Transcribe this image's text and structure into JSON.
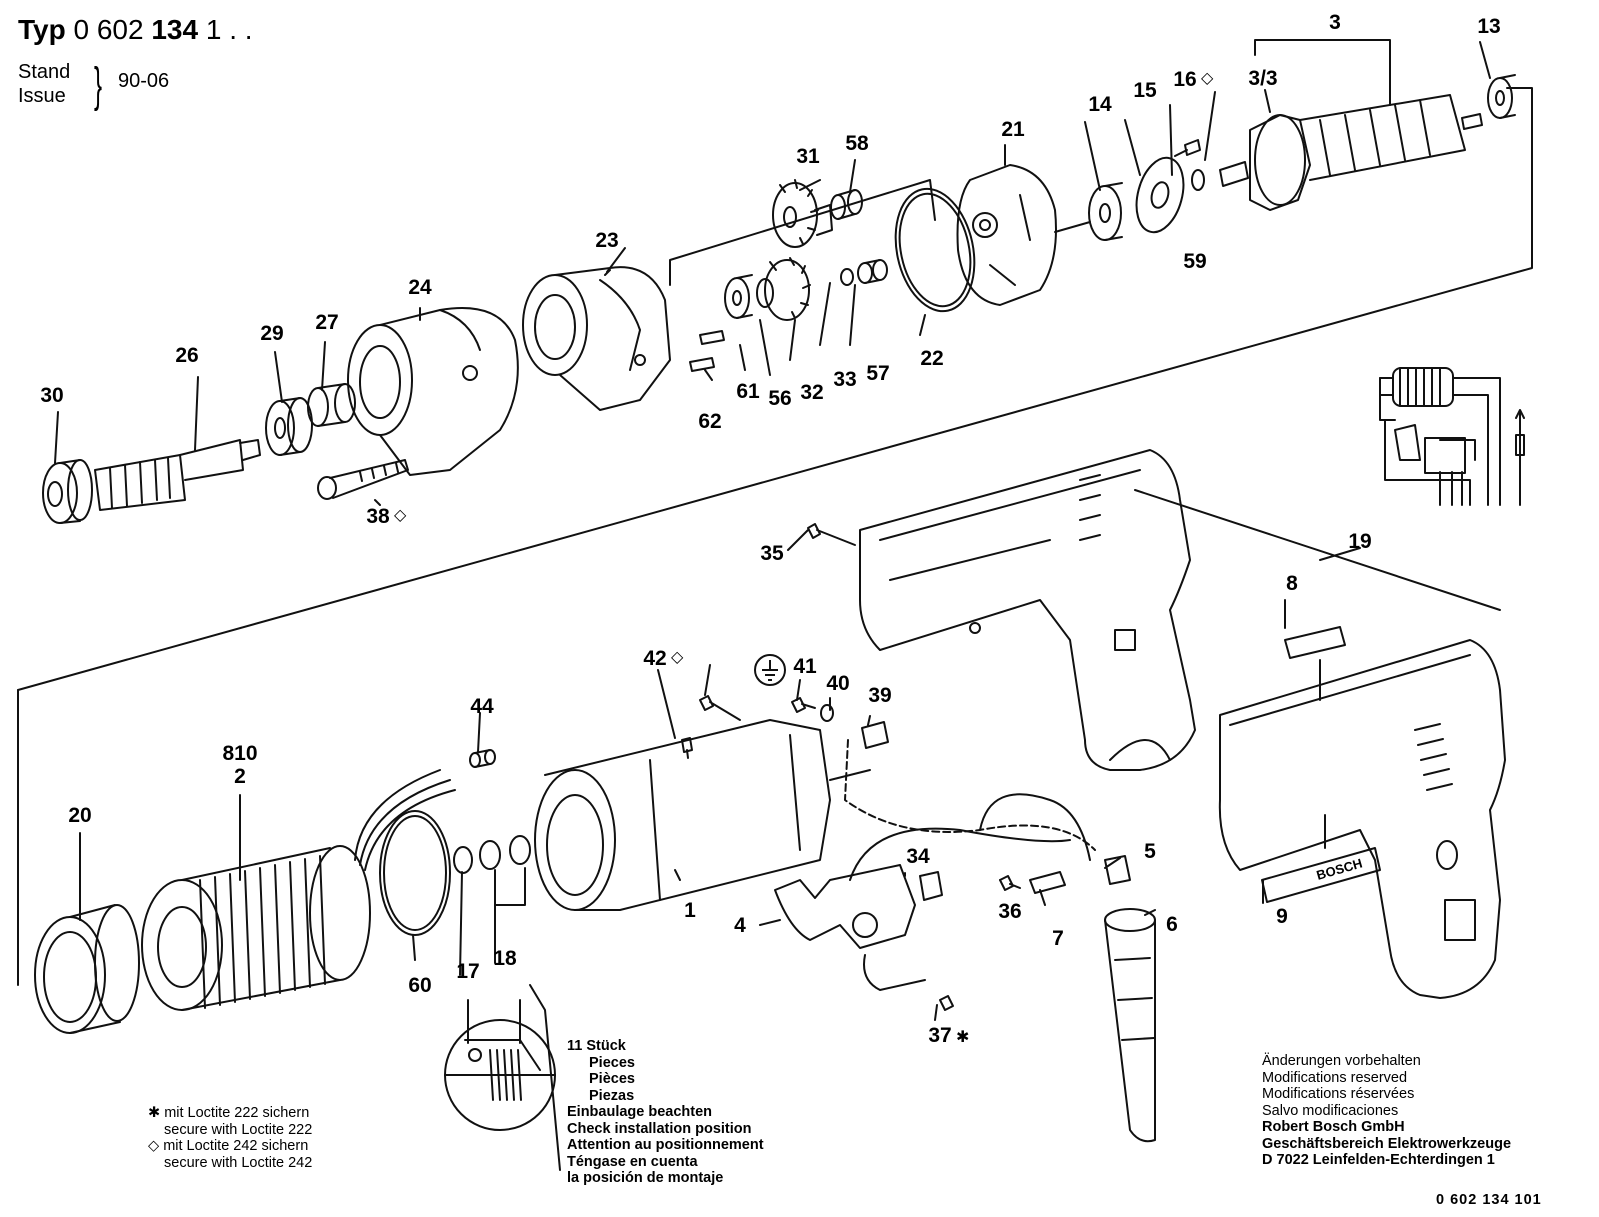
{
  "header": {
    "typ_label": "Typ",
    "typ_part1": "0 602",
    "typ_part2": "134",
    "typ_part3": "1 . .",
    "stand": "Stand",
    "issue": "Issue",
    "date": "90-06"
  },
  "part_labels": [
    "3",
    "13",
    "3/3",
    "16",
    "15",
    "14",
    "21",
    "31",
    "58",
    "59",
    "23",
    "22",
    "57",
    "33",
    "32",
    "56",
    "61",
    "62",
    "24",
    "29",
    "27",
    "26",
    "30",
    "38",
    "35",
    "19",
    "8",
    "42",
    "41",
    "40",
    "39",
    "44",
    "810",
    "2",
    "20",
    "1",
    "34",
    "5",
    "36",
    "7",
    "6",
    "4",
    "9",
    "60",
    "17",
    "18",
    "37"
  ],
  "marks": {
    "diamond": "◇",
    "star": "✱",
    "earth": "⏚"
  },
  "loctite_notes": {
    "star_line1": "mit Loctite 222 sichern",
    "star_line2": "secure with Loctite 222",
    "diamond_line1": "mit Loctite 242 sichern",
    "diamond_line2": "secure with Loctite 242"
  },
  "install_note": {
    "qty": "11 Stück",
    "pieces_1": "Pieces",
    "pieces_2": "Pièces",
    "pieces_3": "Piezas",
    "line_de": "Einbaulage beachten",
    "line_en": "Check installation position",
    "line_fr": "Attention au positionnement",
    "line_es1": "Téngase en cuenta",
    "line_es2": "la posición de montaje"
  },
  "modifications": {
    "de": "Änderungen vorbehalten",
    "en": "Modifications reserved",
    "fr": "Modifications réservées",
    "es": "Salvo modificaciones",
    "company": "Robert Bosch GmbH",
    "division": "Geschäftsbereich Elektrowerkzeuge",
    "address": "D 7022 Leinfelden-Echterdingen 1"
  },
  "brand_plate": "BOSCH",
  "document_number": "0 602 134 101",
  "colors": {
    "ink": "#111111",
    "paper": "#ffffff"
  }
}
